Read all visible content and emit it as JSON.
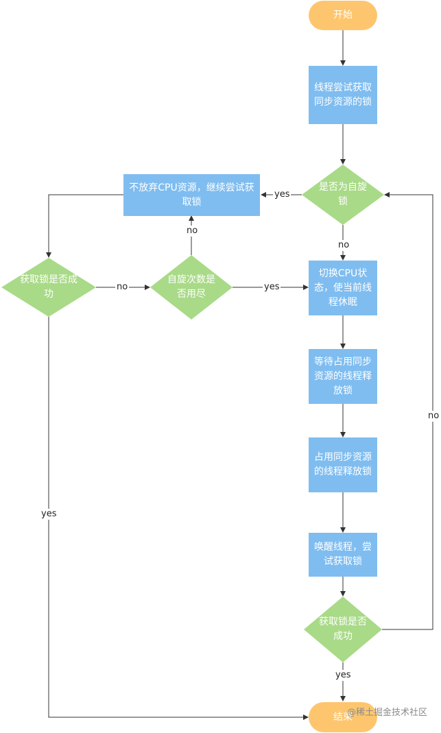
{
  "nodes": {
    "start": "开始",
    "acquire": "线程尝试获取同步资源的锁",
    "is_spin": "是否为自旋锁",
    "no_give_up": "不放弃CPU资源，继续尝试获取锁",
    "get_lock_left": "获取锁是否成功",
    "spin_exhausted": "自旋次数是否用尽",
    "switch_cpu": "切换CPU状态，使当前线程休眠",
    "wait_release": "等待占用同步资源的线程释放锁",
    "holder_release": "占用同步资源的线程释放锁",
    "wake": "唤醒线程，尝试获取锁",
    "get_lock_right": "获取锁是否成功",
    "end": "结束"
  },
  "edge_labels": {
    "yes_spin": "yes",
    "no_spin": "no",
    "no_exhausted_up": "no",
    "no_left_get": "no",
    "yes_exhausted": "yes",
    "yes_left_get": "yes",
    "no_right_get": "no",
    "yes_right_get": "yes"
  },
  "watermark": "@稀土掘金技术社区",
  "colors": {
    "process": "#7fbdf0",
    "decision": "#a9da88",
    "terminal": "#fdc66e",
    "edge": "#333333"
  }
}
